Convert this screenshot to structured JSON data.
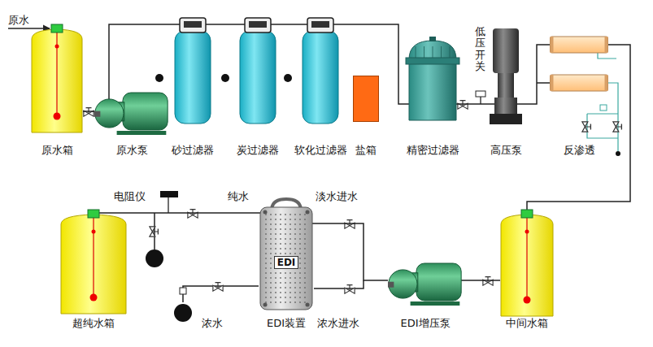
{
  "diagram": {
    "nodes": [
      {
        "text": [
          "原水箱"
        ]
      },
      {
        "text": [
          "原水泵"
        ]
      },
      {
        "text": [
          "砂过滤器"
        ]
      },
      {
        "text": [
          "炭过滤器"
        ]
      },
      {
        "text": [
          "软化过滤器"
        ]
      },
      {
        "text": [
          "盐箱"
        ]
      },
      {
        "text": [
          "精密过滤器"
        ]
      },
      {
        "text": [
          "高压泵"
        ]
      },
      {
        "text": [
          "反渗透"
        ]
      },
      {
        "text": [
          "中间水箱"
        ]
      },
      {
        "text": [
          "EDI增压泵"
        ]
      },
      {
        "text": [
          "EDI",
          "EDI装置"
        ]
      },
      {
        "text": [
          "超纯水箱"
        ]
      }
    ],
    "edges": [
      {
        "from": 0,
        "to": 1,
        "arrow": "none"
      },
      {
        "from": 1,
        "to": 2,
        "arrow": "none"
      },
      {
        "from": 2,
        "to": 3,
        "arrow": "none"
      },
      {
        "from": 3,
        "to": 4,
        "arrow": "none"
      },
      {
        "from": 4,
        "to": 6,
        "arrow": "none"
      },
      {
        "from": 6,
        "to": 7,
        "arrow": "none"
      },
      {
        "from": 7,
        "to": 8,
        "arrow": "none"
      },
      {
        "from": 8,
        "to": 9,
        "arrow": "none"
      },
      {
        "from": 9,
        "to": 10,
        "arrow": "none"
      },
      {
        "from": 10,
        "to": 11,
        "arrow": "none"
      },
      {
        "from": 11,
        "to": 12,
        "arrow": "none"
      }
    ],
    "labels": [
      "原水",
      "低压开关",
      "电阻仪",
      "纯水",
      "淡水进水",
      "浓水",
      "浓水进水"
    ]
  }
}
